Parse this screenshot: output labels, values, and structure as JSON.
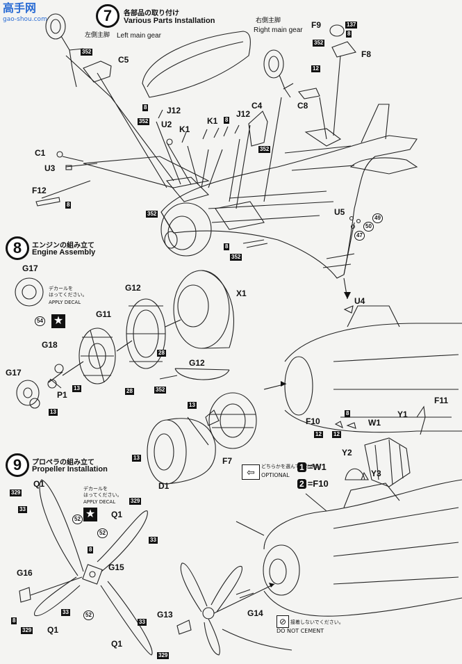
{
  "watermark": {
    "title": "高手网",
    "url": "gao-shou.com"
  },
  "steps": [
    {
      "number": "7",
      "title_jp": "各部品の取り付け",
      "title_en": "Various Parts Installation"
    },
    {
      "number": "8",
      "title_jp": "エンジンの組み立て",
      "title_en": "Engine Assembly"
    },
    {
      "number": "9",
      "title_jp": "プロペラの組み立て",
      "title_en": "Propeller Installation"
    }
  ],
  "gear": {
    "left_jp": "左側主脚",
    "left_en": "Left main gear",
    "right_jp": "右側主脚",
    "right_en": "Right main gear"
  },
  "decal": {
    "jp_line1": "デカールを",
    "jp_line2": "はってください。",
    "en": "APPLY DECAL"
  },
  "optional": {
    "jp": "どちらかを選んでください。",
    "en": "OPTIONAL",
    "choice1_num": "1",
    "choice1": "=W1",
    "choice2_num": "2",
    "choice2": "=F10"
  },
  "do_not_cement": {
    "jp": "接着しないでください。",
    "en": "DO NOT CEMENT"
  },
  "parts": {
    "c5": "C5",
    "j12a": "J12",
    "u2": "U2",
    "k1a": "K1",
    "k1b": "K1",
    "j12b": "J12",
    "c4": "C4",
    "c8": "C8",
    "f9": "F9",
    "f8": "F8",
    "c1": "C1",
    "u3": "U3",
    "f12": "F12",
    "u5": "U5",
    "u4": "U4",
    "g17a": "G17",
    "g12a": "G12",
    "x1": "X1",
    "g11": "G11",
    "g18": "G18",
    "g17b": "G17",
    "p1": "P1",
    "g12b": "G12",
    "f7": "F7",
    "d1": "D1",
    "f10": "F10",
    "w1": "W1",
    "y1": "Y1",
    "f11": "F11",
    "y2": "Y2",
    "y3": "Y3",
    "q1a": "Q1",
    "q1b": "Q1",
    "q1c": "Q1",
    "q1d": "Q1",
    "g15": "G15",
    "g16": "G16",
    "g13": "G13",
    "g14": "G14"
  },
  "callouts": {
    "c352a": "352",
    "c137": "137",
    "c8a": "8",
    "c352b": "352",
    "c12a": "12",
    "c8b": "8",
    "c352c": "352",
    "c8c": "8",
    "c352d": "352",
    "c8d": "8",
    "c352e": "352",
    "c8e": "8",
    "c352f": "352",
    "c49": "49",
    "c50": "50",
    "c47": "47",
    "c54": "54",
    "c28a": "28",
    "c13a": "13",
    "c28b": "28",
    "c13b": "13",
    "c352g": "352",
    "c13c": "13",
    "c13d": "13",
    "c8f": "8",
    "c12b": "12",
    "c12c": "12",
    "c329a": "329",
    "c33a": "33",
    "c52a": "52",
    "c329b": "329",
    "c33b": "33",
    "c52b": "52",
    "c8g": "8",
    "c8h": "8",
    "c329c": "329",
    "c33c": "33",
    "c52c": "52",
    "c33d": "33",
    "c329d": "329"
  }
}
